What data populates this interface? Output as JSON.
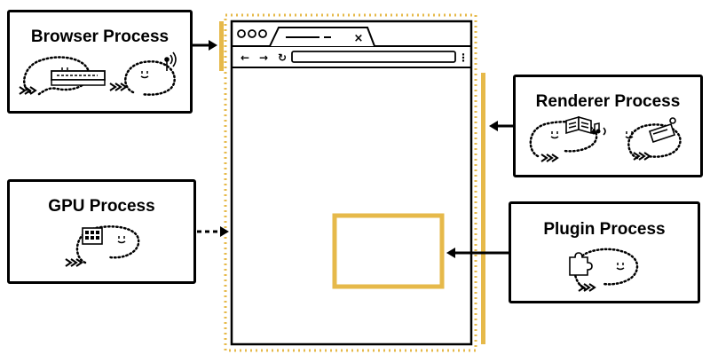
{
  "processes": {
    "browser": {
      "title": "Browser Process"
    },
    "gpu": {
      "title": "GPU Process"
    },
    "renderer": {
      "title": "Renderer Process"
    },
    "plugin": {
      "title": "Plugin Process"
    }
  },
  "browser_window": {
    "tab_close_glyph": "×",
    "back_glyph": "←",
    "forward_glyph": "→",
    "reload_glyph": "↻",
    "menu_glyph": "⋮"
  },
  "colors": {
    "accent": "#e6b94a",
    "line": "#000000"
  }
}
